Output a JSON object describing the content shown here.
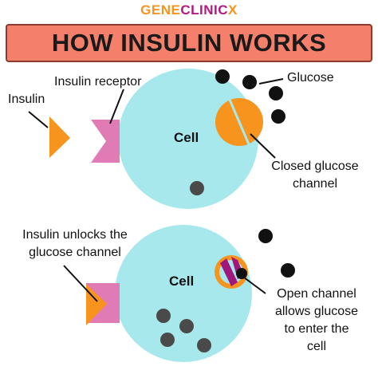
{
  "brand": {
    "part1": "GENE",
    "part2": "CLINIC",
    "part3": "X"
  },
  "title": "HOW INSULIN WORKS",
  "top_panel": {
    "insulin_label": "Insulin",
    "receptor_label": "Insulin receptor",
    "glucose_label": "Glucose",
    "cell_label": "Cell",
    "channel_label_line1": "Closed glucose",
    "channel_label_line2": "channel"
  },
  "bottom_panel": {
    "unlock_line1": "Insulin unlocks the",
    "unlock_line2": "glucose channel",
    "cell_label": "Cell",
    "open_line1": "Open channel",
    "open_line2": "allows glucose",
    "open_line3": "to enter the",
    "open_line4": "cell"
  },
  "colors": {
    "cell": "#a6e8ec",
    "insulin": "#f7941d",
    "receptor": "#e07bb5",
    "glucose": "#111111",
    "glucose_inside": "#4a4a4a",
    "title_bg": "#f47f6b",
    "channel_stripe": "#a0187c"
  }
}
